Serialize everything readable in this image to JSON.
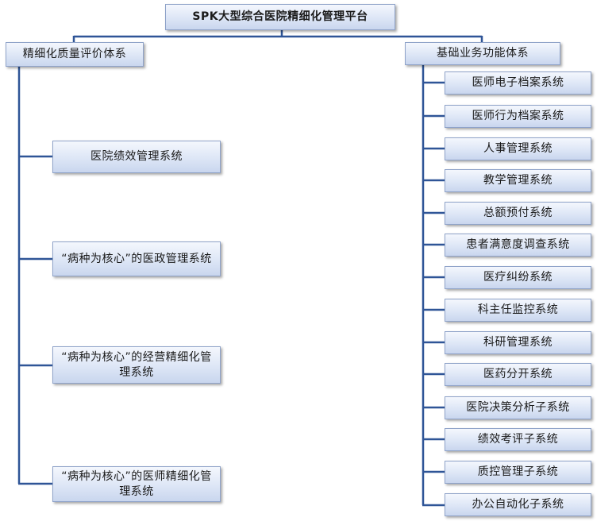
{
  "root": "SPK大型综合医院精细化管理平台",
  "left": {
    "title": "精细化质量评价体系",
    "items": [
      "医院绩效管理系统",
      "“病种为核心”的医政管理系统",
      "“病种为核心”的经营精细化管理系统",
      "“病种为核心”的医师精细化管理系统"
    ]
  },
  "right": {
    "title": "基础业务功能体系",
    "items": [
      "医师电子档案系统",
      "医师行为档案系统",
      "人事管理系统",
      "教学管理系统",
      "总额预付系统",
      "患者满意度调查系统",
      "医疗纠纷系统",
      "科主任监控系统",
      "科研管理系统",
      "医药分开系统",
      "医院决策分析子系统",
      "绩效考评子系统",
      "质控管理子系统",
      "办公自动化子系统"
    ]
  }
}
